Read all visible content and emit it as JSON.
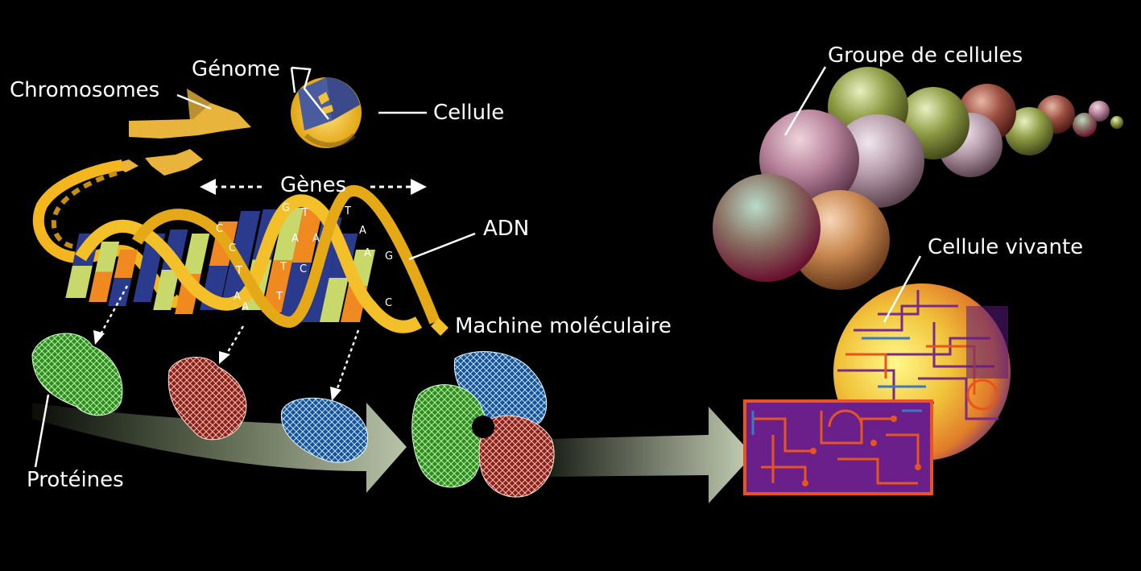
{
  "labels": {
    "chromosomes": "Chromosomes",
    "genome": "Génome",
    "cell": "Cellule",
    "genes": "Gènes",
    "dna": "ADN",
    "molecular_machine": "Machine moléculaire",
    "proteins": "Protéines",
    "cell_group": "Groupe de cellules",
    "living_cell": "Cellule vivante"
  },
  "dna_bases": [
    "C",
    "C",
    "T",
    "A",
    "A",
    "T",
    "C",
    "T",
    "A",
    "G",
    "T",
    "A",
    "T",
    "A",
    "A",
    "G",
    "C"
  ],
  "colors": {
    "background": "#000000",
    "helix_gold": "#f3b61f",
    "base_blue": "#2a3a8c",
    "base_green": "#c8d86a",
    "base_orange": "#f08a20",
    "protein_green": "#46c23a",
    "protein_red": "#c8302a",
    "protein_blue": "#3a78c8",
    "circuit_orange": "#e8541e"
  }
}
